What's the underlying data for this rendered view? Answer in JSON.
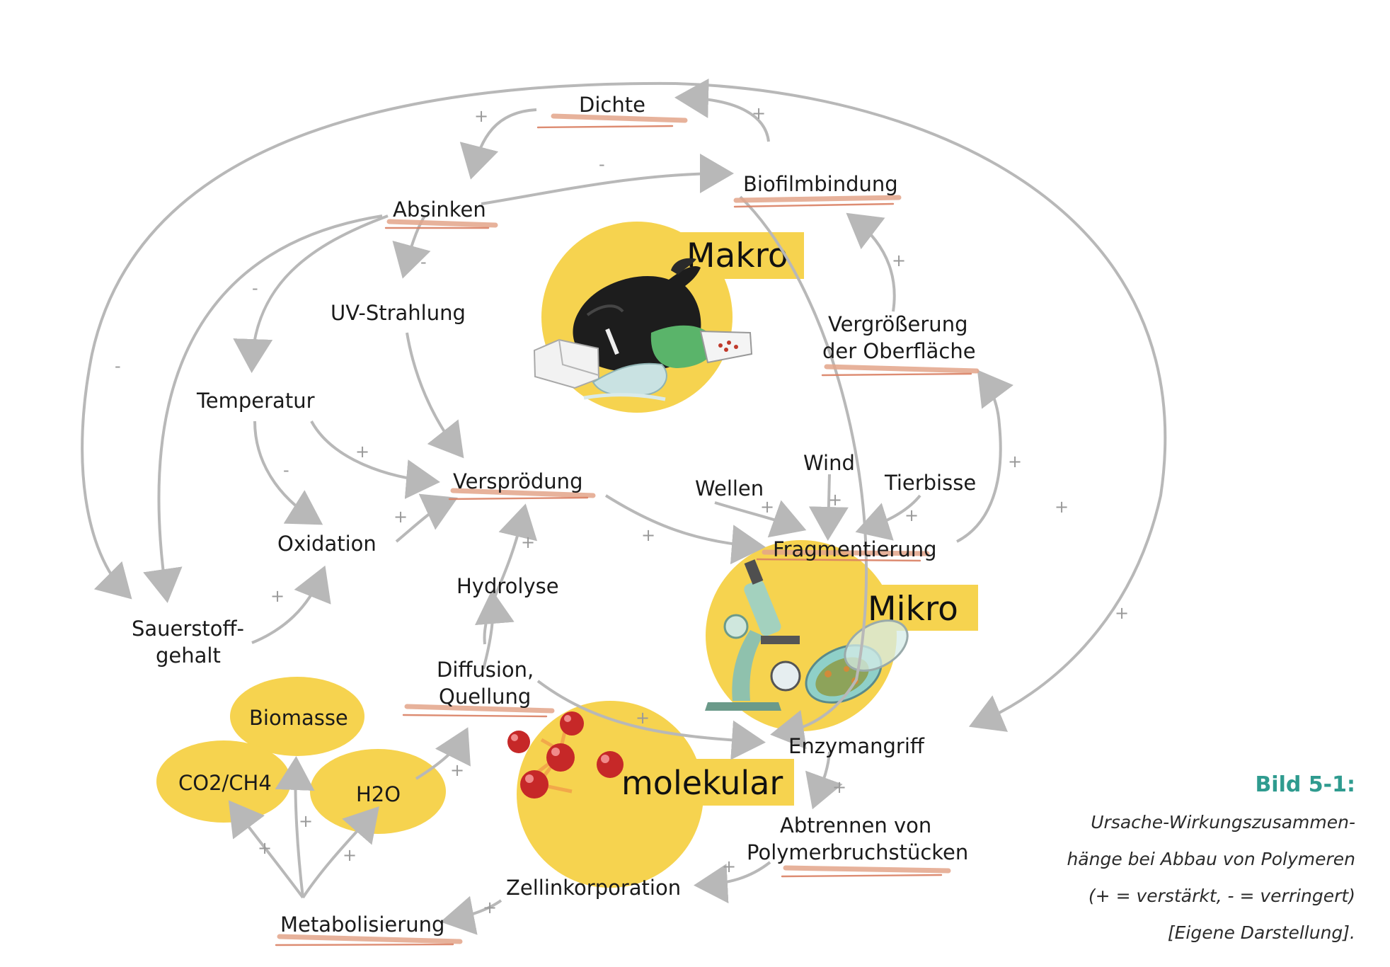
{
  "nodes": {
    "dichte": "Dichte",
    "biofilmbindung": "Biofilmbindung",
    "absinken": "Absinken",
    "uv_strahlung": "UV-Strahlung",
    "temperatur": "Temperatur",
    "versproedung": "Versprödung",
    "oxidation": "Oxidation",
    "sauerstoff_1": "Sauerstoff-",
    "sauerstoff_2": "gehalt",
    "hydrolyse": "Hydrolyse",
    "diffusion_1": "Diffusion,",
    "diffusion_2": "Quellung",
    "vergroesserung_1": "Vergrößerung",
    "vergroesserung_2": "der Oberfläche",
    "wellen": "Wellen",
    "wind": "Wind",
    "tierbisse": "Tierbisse",
    "fragmentierung": "Fragmentierung",
    "enzymangriff": "Enzymangriff",
    "abtrennen_1": "Abtrennen von",
    "abtrennen_2": "Polymerbruchstücken",
    "zellinkorporation": "Zellinkorporation",
    "metabolisierung": "Metabolisierung",
    "biomasse": "Biomasse",
    "co2": "CO2/CH4",
    "h2o": "H2O"
  },
  "scales": {
    "makro": "Makro",
    "mikro": "Mikro",
    "molekular": "molekular"
  },
  "signs": {
    "plus": "+",
    "minus": "-"
  },
  "caption": {
    "title": "Bild 5-1:",
    "line1": "Ursache-Wirkungszusammen-",
    "line2": "hänge bei Abbau von Polymeren",
    "line3": "(+ = verstärkt, - = verringert)",
    "line4": "[Eigene Darstellung]."
  },
  "colors": {
    "accent_yellow": "#f6d34f",
    "underline": "#e3a48a",
    "arrow": "#b8b8b8",
    "sign": "#9a9a9a",
    "caption_title": "#2f9b8f"
  },
  "icons": {
    "makro": "garbage-bag-icon",
    "mikro": "microscope-petri-dish-icon",
    "molekular": "molecule-icon"
  }
}
